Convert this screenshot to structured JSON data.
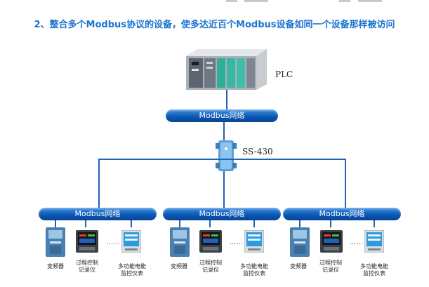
{
  "heading": "2、整合多个Modbus协议的设备，使多达近百个Modbus设备如同一个设备那样被访问",
  "top_network": {
    "bus_label": "Modbus网络",
    "plc_label": "PLC"
  },
  "gateway": {
    "label": "SS-430"
  },
  "groups": [
    {
      "bus_label": "Modbus网络",
      "devices": [
        "变频器",
        "过程控制\n记录仪",
        "多功能电能\n监控仪表"
      ],
      "ellipsis": "……"
    },
    {
      "bus_label": "Modbus网络",
      "devices": [
        "变频器",
        "过程控制\n记录仪",
        "多功能电能\n监控仪表"
      ],
      "ellipsis": "……"
    },
    {
      "bus_label": "Modbus网络",
      "devices": [
        "变频器",
        "过程控制\n记录仪",
        "多功能电能\n监控仪表"
      ],
      "ellipsis": "……"
    }
  ],
  "colors": {
    "heading": "#1a73d1",
    "bus": "#0a56b4",
    "wire": "#1e63b8"
  }
}
